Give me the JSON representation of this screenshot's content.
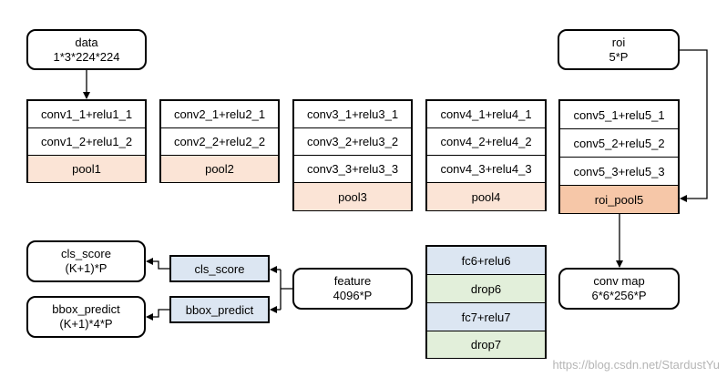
{
  "inputs": {
    "data": {
      "name": "data",
      "shape": "1*3*224*224"
    },
    "roi": {
      "name": "roi",
      "shape": "5*P"
    }
  },
  "conv_blocks": [
    {
      "layers": [
        "conv1_1+relu1_1",
        "conv1_2+relu1_2"
      ],
      "pool": "pool1"
    },
    {
      "layers": [
        "conv2_1+relu2_1",
        "conv2_2+relu2_2"
      ],
      "pool": "pool2"
    },
    {
      "layers": [
        "conv3_1+relu3_1",
        "conv3_2+relu3_2",
        "conv3_3+relu3_3"
      ],
      "pool": "pool3"
    },
    {
      "layers": [
        "conv4_1+relu4_1",
        "conv4_2+relu4_2",
        "conv4_3+relu4_3"
      ],
      "pool": "pool4"
    },
    {
      "layers": [
        "conv5_1+relu5_1",
        "conv5_2+relu5_2",
        "conv5_3+relu5_3"
      ],
      "pool": "roi_pool5"
    }
  ],
  "conv_map": {
    "name": "conv map",
    "shape": "6*6*256*P"
  },
  "fc_stack": [
    "fc6+relu6",
    "drop6",
    "fc7+relu7",
    "drop7"
  ],
  "feature": {
    "name": "feature",
    "shape": "4096*P"
  },
  "heads": [
    {
      "layer": "cls_score",
      "output_name": "cls_score",
      "output_shape": "(K+1)*P"
    },
    {
      "layer": "bbox_predict",
      "output_name": "bbox_predict",
      "output_shape": "(K+1)*4*P"
    }
  ],
  "watermark": "https://blog.csdn.net/StardustYu"
}
